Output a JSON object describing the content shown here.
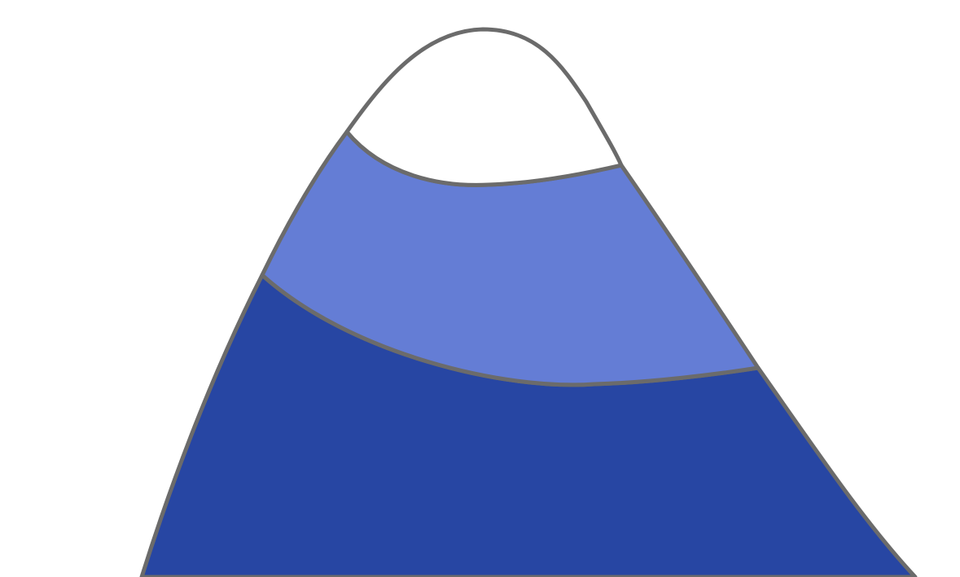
{
  "diagram": {
    "layers": [
      {
        "id": "summit",
        "fill": "#ffffff"
      },
      {
        "id": "middle-band",
        "fill": "#647dd5"
      },
      {
        "id": "base-band",
        "fill": "#2746a3"
      }
    ],
    "outline_color": "#6b6b6b",
    "background": "#ffffff"
  }
}
